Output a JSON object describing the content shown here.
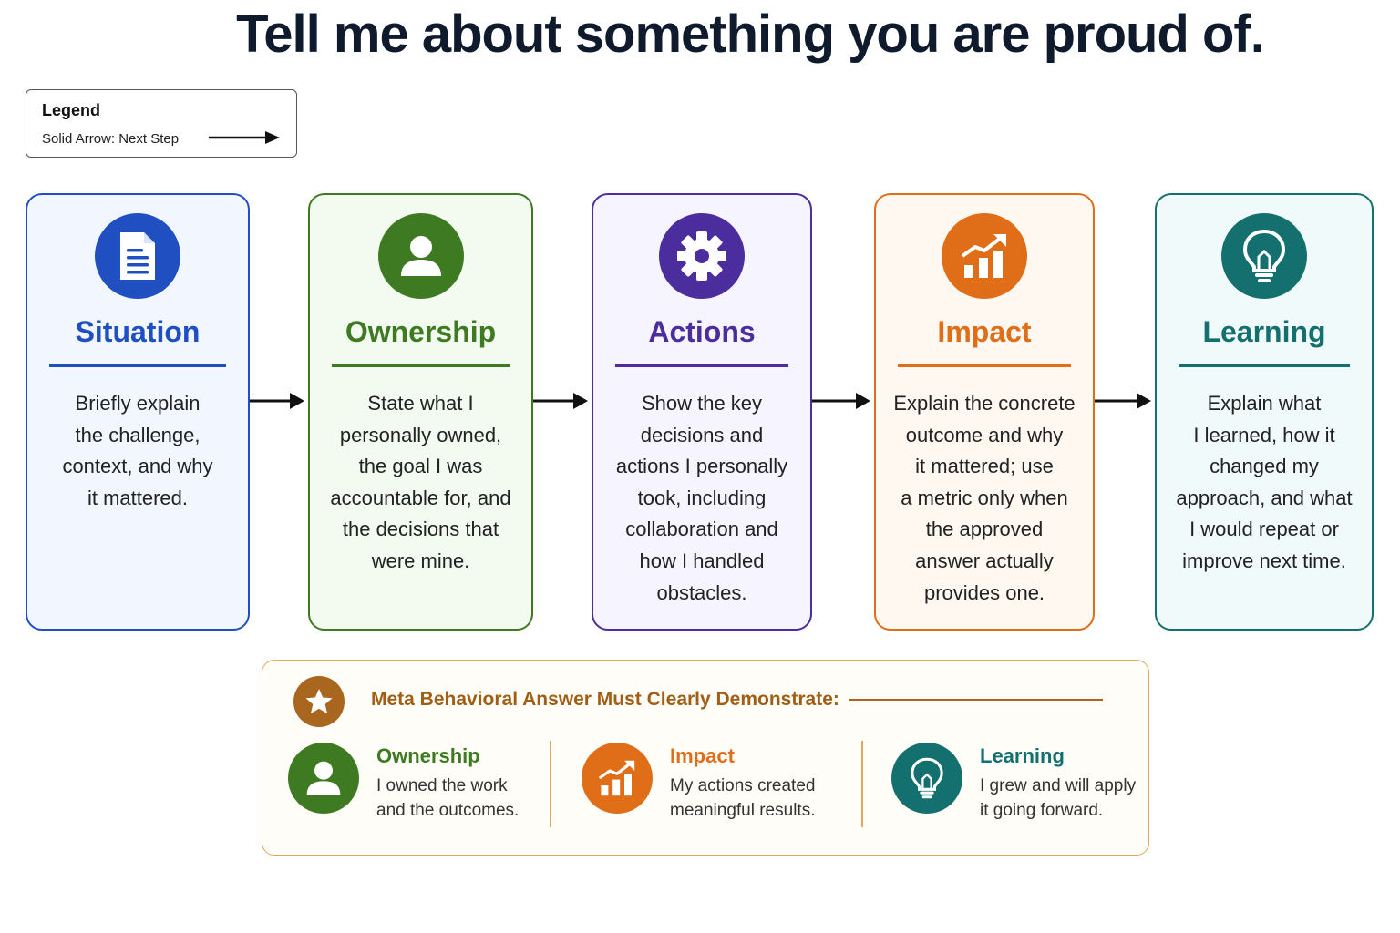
{
  "title": "Tell me about something you are proud of.",
  "legend": {
    "title": "Legend",
    "items": [
      {
        "label": "Solid Arrow: Next Step"
      }
    ]
  },
  "steps": [
    {
      "title": "Situation",
      "icon": "document-icon",
      "color": "#1f4fc1",
      "bg": "#f1f6ff",
      "lines": [
        "Briefly explain",
        "the challenge,",
        "context, and why",
        "it mattered."
      ]
    },
    {
      "title": "Ownership",
      "icon": "person-icon",
      "color": "#3e7a21",
      "bg": "#f3faf0",
      "lines": [
        "State what I",
        "personally owned,",
        "the goal I was",
        "accountable for, and",
        "the decisions that",
        "were mine."
      ]
    },
    {
      "title": "Actions",
      "icon": "gear-icon",
      "color": "#4b2d9e",
      "bg": "#f6f4fe",
      "lines": [
        "Show the key",
        "decisions and",
        "actions I personally",
        "took, including",
        "collaboration and",
        "how I handled",
        "obstacles."
      ]
    },
    {
      "title": "Impact",
      "icon": "chart-icon",
      "color": "#e06d17",
      "bg": "#fff8f1",
      "lines": [
        "Explain the concrete",
        "outcome and why",
        "it mattered; use",
        "a metric only when",
        "the approved",
        "answer actually",
        "provides one."
      ]
    },
    {
      "title": "Learning",
      "icon": "lightbulb-icon",
      "color": "#14706f",
      "bg": "#f1fafa",
      "lines": [
        "Explain what",
        "I learned, how it",
        "changed my",
        "approach, and what",
        "I would repeat or",
        "improve next time."
      ]
    }
  ],
  "meta": {
    "heading": "Meta Behavioral Answer Must Clearly Demonstrate:",
    "icon": "star-icon",
    "items": [
      {
        "title": "Ownership",
        "icon": "person-icon",
        "color": "#3e7a21",
        "lines": [
          "I owned the work",
          "and the outcomes."
        ]
      },
      {
        "title": "Impact",
        "icon": "chart-icon",
        "color": "#e06d17",
        "lines": [
          "My actions created",
          "meaningful results."
        ]
      },
      {
        "title": "Learning",
        "icon": "lightbulb-icon",
        "color": "#14706f",
        "lines": [
          "I grew and will apply",
          "it going forward."
        ]
      }
    ]
  }
}
